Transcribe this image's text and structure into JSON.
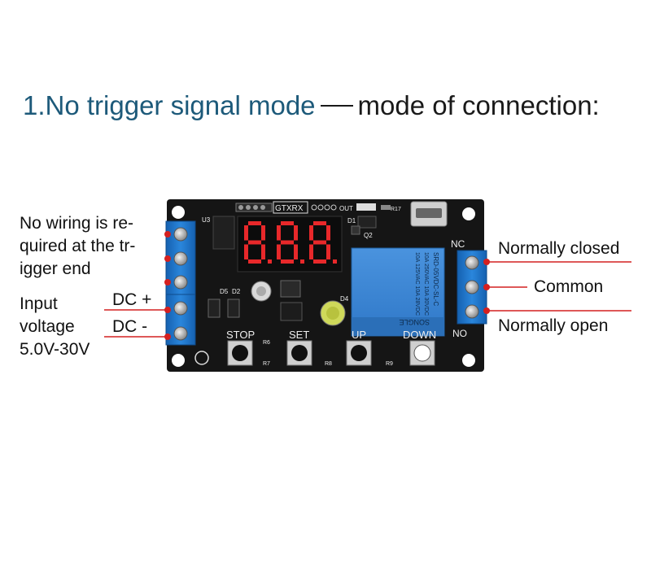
{
  "title": {
    "part1": "1.No trigger signal mode",
    "part2": "mode of connection:"
  },
  "left_labels": {
    "no_wiring_lines": [
      "No wiring is re-",
      "quired at the tr-",
      "igger end"
    ],
    "input_voltage_lines": [
      "Input",
      "voltage",
      "5.0V-30V"
    ],
    "dc_plus": "DC +",
    "dc_minus": "DC -"
  },
  "right_labels": {
    "normally_closed": "Normally closed",
    "common": "Common",
    "normally_open": "Normally open"
  },
  "board": {
    "display_digits": "8.8.8.",
    "header_text": "GTXRX",
    "out_label": "OUT",
    "u3": "U3",
    "d1": "D1",
    "q2": "Q2",
    "r17": "R17",
    "d4": "D4",
    "d5": "D5",
    "d2": "D2",
    "nc": "NC",
    "no": "NO",
    "buttons": [
      "STOP",
      "SET",
      "UP",
      "DOWN"
    ],
    "resistors": [
      "R6",
      "R7",
      "R8",
      "R9"
    ],
    "relay_lines": [
      "SRD-05VDC-SL-C",
      "10A 250VAC  10A 30VDC",
      "10A 125VAC  10A 28VDC"
    ],
    "relay_brand": "SONGLE"
  },
  "colors": {
    "title_blue": "#1d5a7a",
    "pcb": "#141414",
    "terminal_blue": "#1e72c4",
    "relay_blue": "#3a86d4",
    "wire_red": "#d42020",
    "segment_red": "#e8282a"
  }
}
